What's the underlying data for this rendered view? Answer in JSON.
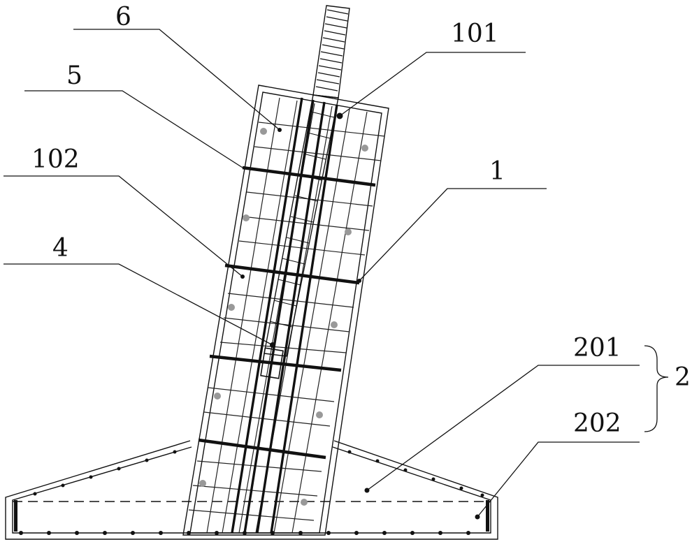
{
  "labels": {
    "l6": "6",
    "l101": "101",
    "l5": "5",
    "l102": "102",
    "l1": "1",
    "l4": "4",
    "l201": "201",
    "l2": "2",
    "l202": "202"
  },
  "colors": {
    "line": "#111111",
    "background": "#ffffff",
    "marker": "#999999"
  }
}
